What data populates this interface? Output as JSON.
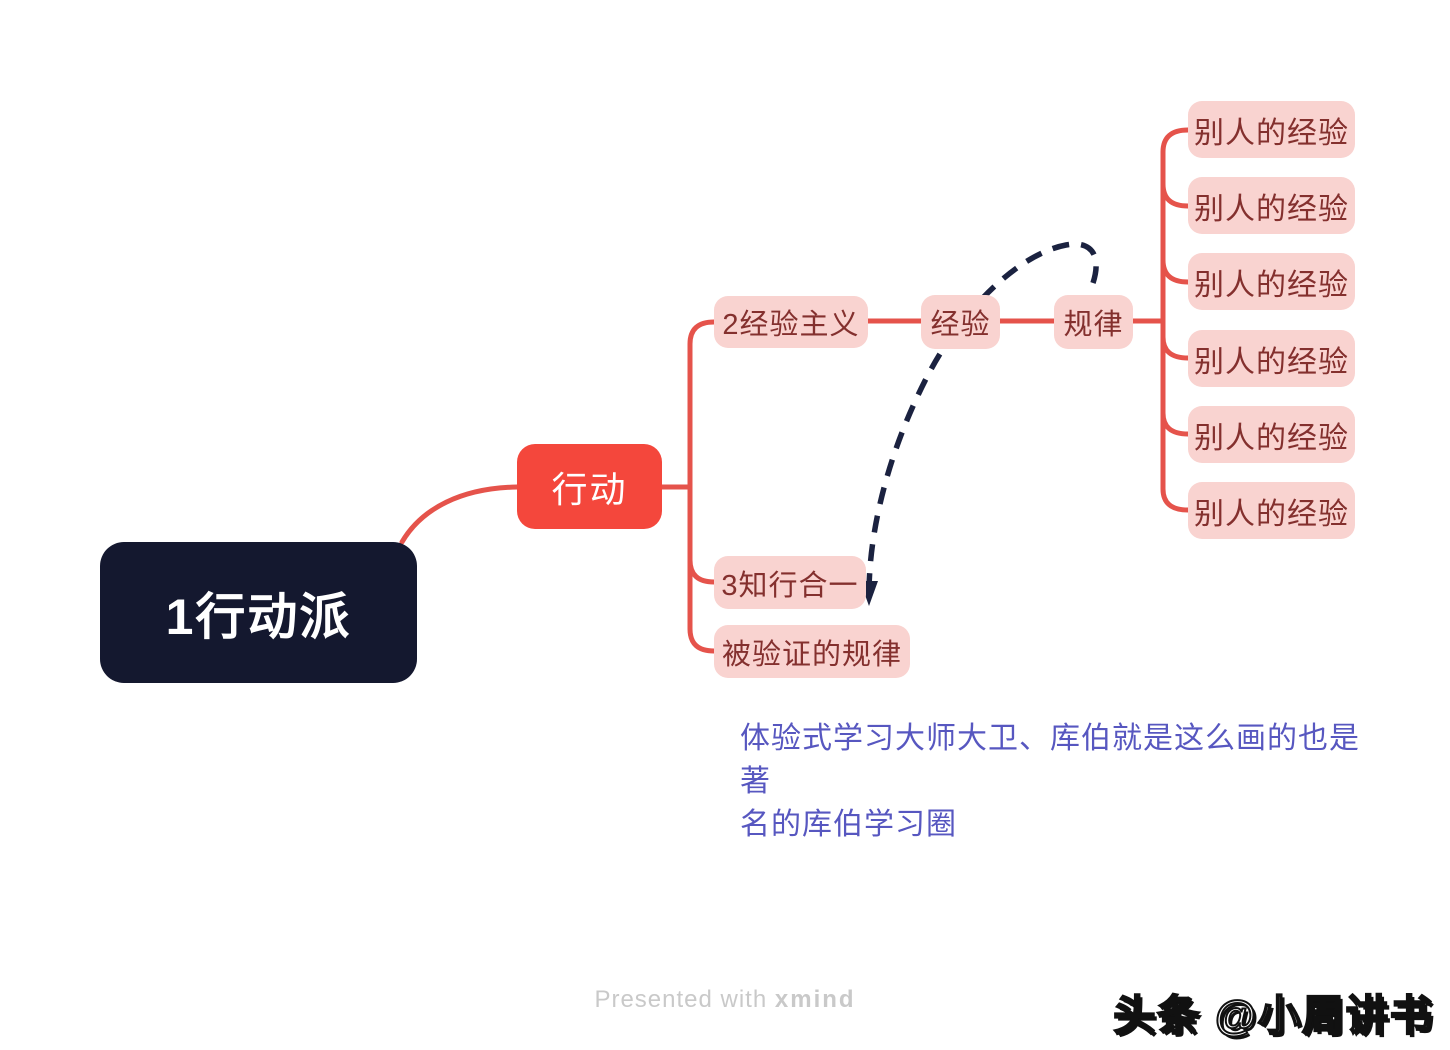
{
  "colors": {
    "canvas": "#ffffff",
    "root-bg": "#14182f",
    "root-text": "#ffffff",
    "primary": "#f4473c",
    "primary-text": "#ffffff",
    "pink": "#f9d3d0",
    "maroon": "#84302e",
    "line": "#e5534b",
    "dashed": "#1b2240",
    "note-text": "#5757c0",
    "footer-text": "#c9c9c9",
    "watermark-text": "#111111"
  },
  "mindmap": {
    "root": {
      "label": "1行动派"
    },
    "action": {
      "label": "行动"
    },
    "empiricism": {
      "label": "2经验主义"
    },
    "experience": {
      "label": "经验"
    },
    "rule": {
      "label": "规律"
    },
    "others_experience": [
      "别人的经验",
      "别人的经验",
      "别人的经验",
      "别人的经验",
      "别人的经验",
      "别人的经验"
    ],
    "unity": {
      "label": "3知行合一"
    },
    "verified_rule": {
      "label": "被验证的规律"
    }
  },
  "annotation": {
    "lines": [
      "体验式学习大师大卫、库伯就是这么画的也是著",
      "名的库伯学习圈"
    ]
  },
  "footer": {
    "presented": "Presented with",
    "brand": "xmind"
  },
  "watermark": {
    "text": "头条 @小周讲书"
  }
}
